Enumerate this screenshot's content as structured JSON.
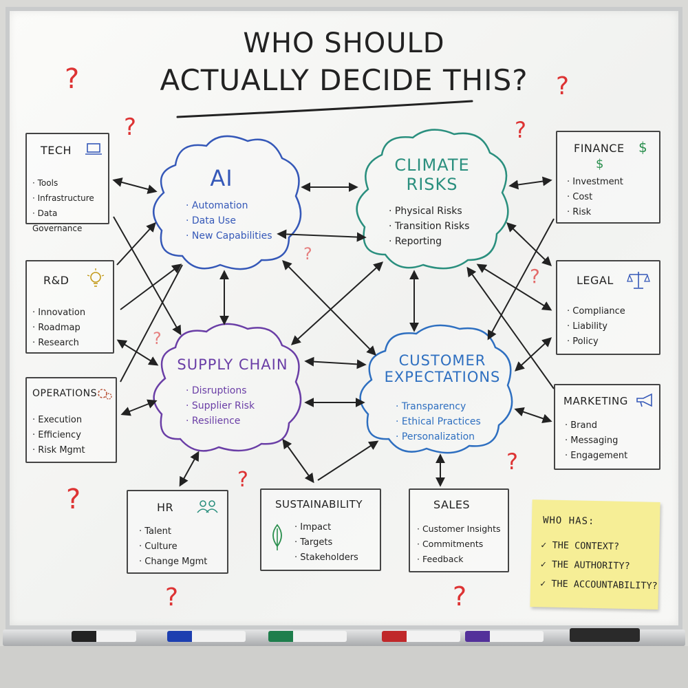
{
  "title": {
    "line1": "WHO SHOULD",
    "line2": "ACTUALLY DECIDE THIS?"
  },
  "clouds": {
    "ai": {
      "title": "AI",
      "items": [
        "Automation",
        "Data Use",
        "New Capabilities"
      ],
      "color": "#3558b8"
    },
    "climate": {
      "title_line1": "CLIMATE",
      "title_line2": "RISKS",
      "items": [
        "Physical Risks",
        "Transition Risks",
        "Reporting"
      ],
      "color": "#2a8f7e"
    },
    "supply": {
      "title": "SUPPLY CHAIN",
      "items": [
        "Disruptions",
        "Supplier Risk",
        "Resilience"
      ],
      "color": "#6a3ea6"
    },
    "customer": {
      "title_line1": "CUSTOMER",
      "title_line2": "EXPECTATIONS",
      "items": [
        "Transparency",
        "Ethical Practices",
        "Personalization"
      ],
      "color": "#2e6fc0"
    }
  },
  "boxes": {
    "tech": {
      "title": "TECH",
      "items": [
        "Tools",
        "Infrastructure",
        "Data Governance"
      ]
    },
    "rnd": {
      "title": "R&D",
      "items": [
        "Innovation",
        "Roadmap",
        "Research"
      ]
    },
    "operations": {
      "title": "OPERATIONS",
      "items": [
        "Execution",
        "Efficiency",
        "Risk Mgmt"
      ]
    },
    "finance": {
      "title": "FINANCE",
      "items": [
        "Investment",
        "Cost",
        "Risk"
      ]
    },
    "legal": {
      "title": "LEGAL",
      "items": [
        "Compliance",
        "Liability",
        "Policy"
      ]
    },
    "marketing": {
      "title": "MARKETING",
      "items": [
        "Brand",
        "Messaging",
        "Engagement"
      ]
    },
    "hr": {
      "title": "HR",
      "items": [
        "Talent",
        "Culture",
        "Change Mgmt"
      ]
    },
    "sustainability": {
      "title": "SUSTAINABILITY",
      "items": [
        "Impact",
        "Targets",
        "Stakeholders"
      ]
    },
    "sales": {
      "title": "SALES",
      "items": [
        "Customer Insights",
        "Commitments",
        "Feedback"
      ]
    }
  },
  "sticky": {
    "heading": "WHO HAS:",
    "items": [
      "THE CONTEXT?",
      "THE AUTHORITY?",
      "THE ACCOUNTABILITY?"
    ]
  },
  "question_mark": "?",
  "colors": {
    "question": "#d33a3a",
    "ink": "#222222",
    "sticky": "#f6ee96"
  },
  "icons": {
    "tech": "laptop-icon",
    "rnd": "lightbulb-icon",
    "operations": "gears-icon",
    "finance": "dollar-icon",
    "legal": "scales-icon",
    "marketing": "megaphone-icon",
    "hr": "people-icon",
    "sustainability": "leaf-icon"
  },
  "markers": [
    "black",
    "blue",
    "green",
    "red",
    "purple",
    "eraser"
  ]
}
